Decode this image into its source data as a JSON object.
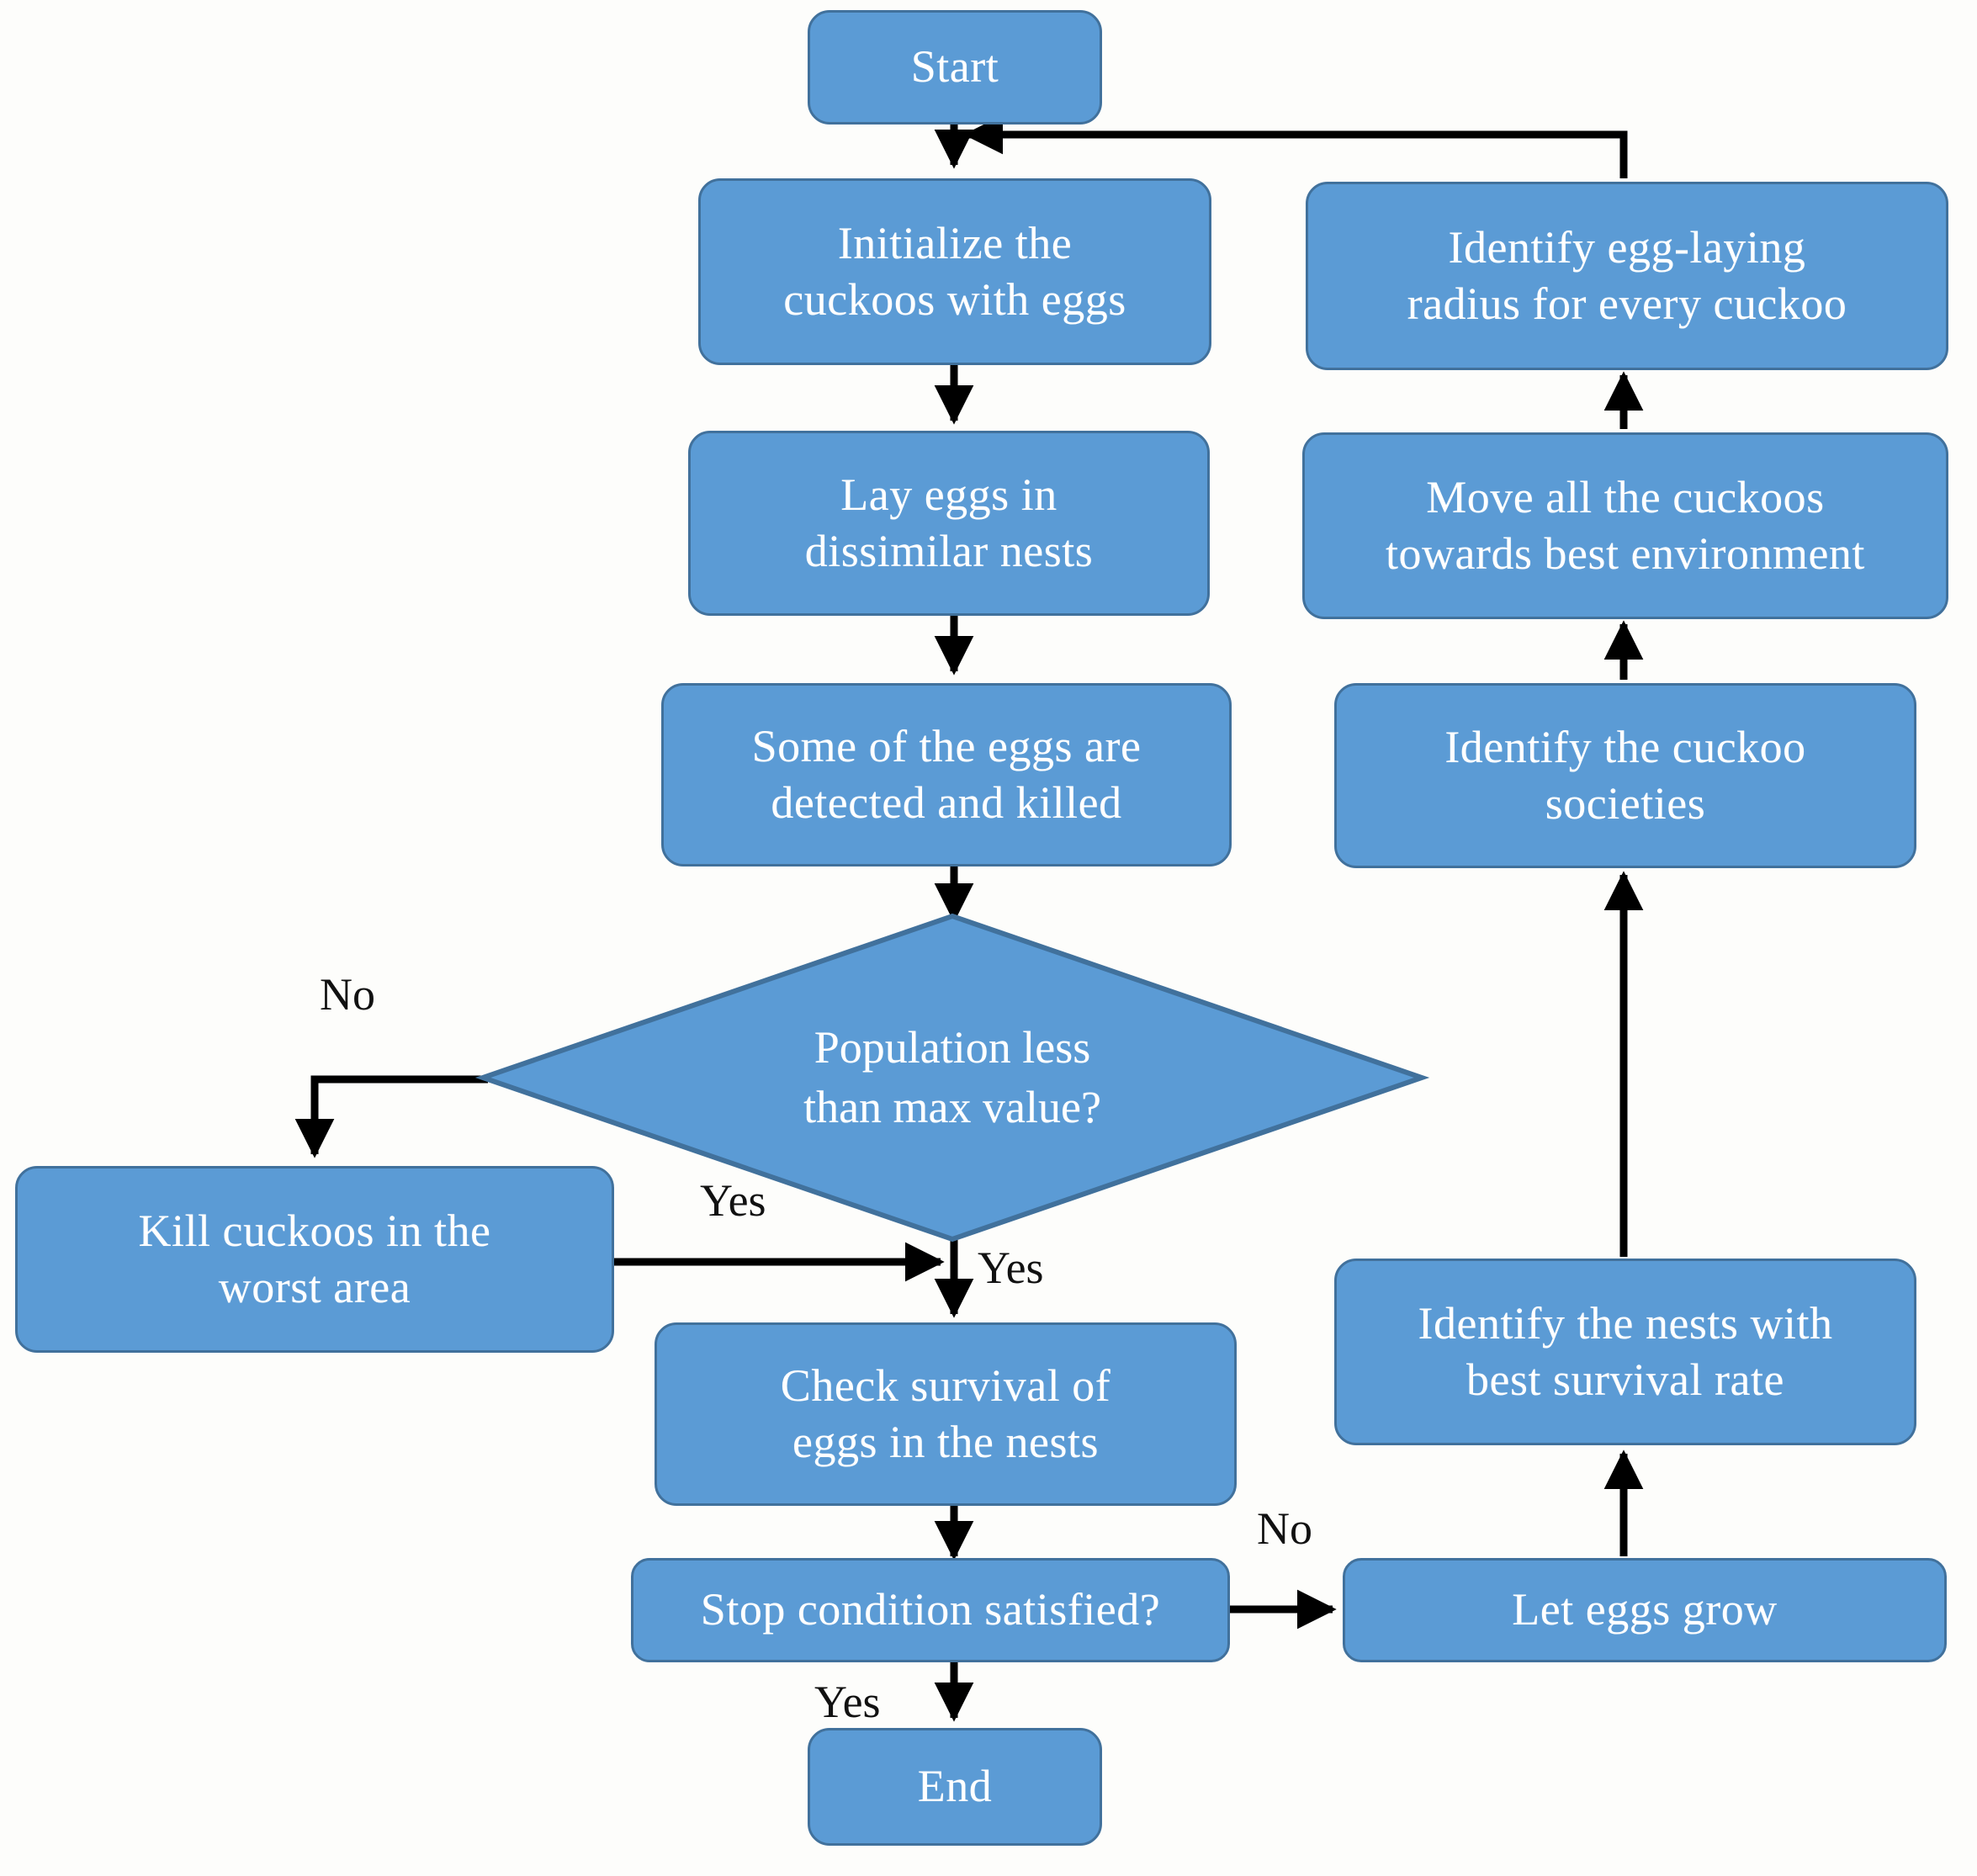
{
  "diagram": {
    "title": "Cuckoo Optimization Algorithm Flowchart",
    "type": "flowchart",
    "colors": {
      "node_fill": "#5B9BD5",
      "node_border": "#41719C",
      "node_text": "#FFFFFF",
      "connector": "#000000",
      "background": "#FDFDFB"
    },
    "nodes": [
      {
        "id": "start",
        "shape": "rounded-rect",
        "label": "Start"
      },
      {
        "id": "initialize",
        "shape": "rounded-rect",
        "label": "Initialize the\ncuckoos with eggs"
      },
      {
        "id": "lay_eggs",
        "shape": "rounded-rect",
        "label": "Lay eggs in\ndissimilar nests"
      },
      {
        "id": "some_eggs",
        "shape": "rounded-rect",
        "label": "Some of the eggs are\ndetected and killed"
      },
      {
        "id": "population",
        "shape": "diamond",
        "label": "Population less\nthan max value?"
      },
      {
        "id": "kill_cuckoos",
        "shape": "rounded-rect",
        "label": "Kill cuckoos in the\nworst area"
      },
      {
        "id": "check_survival",
        "shape": "rounded-rect",
        "label": "Check survival of\neggs in the nests"
      },
      {
        "id": "stop_cond",
        "shape": "rounded-rect",
        "label": "Stop condition satisfied?"
      },
      {
        "id": "end",
        "shape": "rounded-rect",
        "label": "End"
      },
      {
        "id": "let_eggs",
        "shape": "rounded-rect",
        "label": "Let eggs grow"
      },
      {
        "id": "identify_nests",
        "shape": "rounded-rect",
        "label": "Identify the nests with\nbest survival rate"
      },
      {
        "id": "identify_soc",
        "shape": "rounded-rect",
        "label": "Identify the cuckoo\nsocieties"
      },
      {
        "id": "move_cuckoos",
        "shape": "rounded-rect",
        "label": "Move all the cuckoos\ntowards best environment"
      },
      {
        "id": "identify_radius",
        "shape": "rounded-rect",
        "label": "Identify egg-laying\nradius for every cuckoo"
      }
    ],
    "edge_labels": {
      "population_no": "No",
      "population_yes": "Yes",
      "population_yes_down": "Yes",
      "stop_no": "No",
      "stop_yes": "Yes"
    },
    "edges": [
      {
        "from": "start",
        "to": "initialize",
        "label": ""
      },
      {
        "from": "initialize",
        "to": "lay_eggs",
        "label": ""
      },
      {
        "from": "lay_eggs",
        "to": "some_eggs",
        "label": ""
      },
      {
        "from": "some_eggs",
        "to": "population",
        "label": ""
      },
      {
        "from": "population",
        "to": "kill_cuckoos",
        "label": "No"
      },
      {
        "from": "kill_cuckoos",
        "to": "check_survival",
        "label": "Yes"
      },
      {
        "from": "population",
        "to": "check_survival",
        "label": "Yes"
      },
      {
        "from": "check_survival",
        "to": "stop_cond",
        "label": ""
      },
      {
        "from": "stop_cond",
        "to": "end",
        "label": "Yes"
      },
      {
        "from": "stop_cond",
        "to": "let_eggs",
        "label": "No"
      },
      {
        "from": "let_eggs",
        "to": "identify_nests",
        "label": ""
      },
      {
        "from": "identify_nests",
        "to": "identify_soc",
        "label": ""
      },
      {
        "from": "identify_soc",
        "to": "move_cuckoos",
        "label": ""
      },
      {
        "from": "move_cuckoos",
        "to": "identify_radius",
        "label": ""
      },
      {
        "from": "identify_radius",
        "to": "initialize",
        "label": ""
      }
    ]
  }
}
